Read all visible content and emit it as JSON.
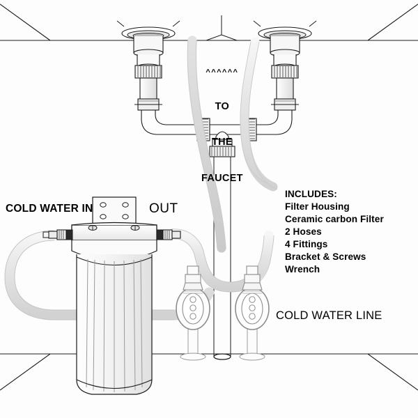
{
  "diagram": {
    "title": "Under-sink water filter installation diagram",
    "subject": "Under-sink cabinet with double-bowl sink drain, cold water shutoff valves and inline filter housing"
  },
  "labels": {
    "cold_water_in": "COLD WATER IN",
    "out": "OUT",
    "cold_water_line": "COLD WATER LINE",
    "to_faucet_arrows": "^^^^^^",
    "to_faucet_line1": "TO",
    "to_faucet_line2": "THE",
    "to_faucet_line3": "FAUCET"
  },
  "includes": {
    "heading": "INCLUDES:",
    "items": [
      "Filter Housing",
      "Ceramic carbon Filter",
      "2 Hoses",
      "4 Fittings",
      "Bracket & Screws",
      "Wrench"
    ]
  },
  "parts": {
    "sink_drain_left": "left-sink-drain-assembly",
    "sink_drain_right": "right-sink-drain-assembly",
    "drain_tee": "center-drain-tee-fitting",
    "filter_housing": "filter-housing",
    "filter_cartridge": "ceramic-carbon-filter-cartridge",
    "mounting_bracket": "mounting-bracket",
    "inlet_hose": "inlet-hose",
    "outlet_hose": "outlet-hose",
    "faucet_hose": "faucet-supply-hose",
    "shutoff_valve_left": "left-shutoff-valve",
    "shutoff_valve_right": "right-shutoff-valve",
    "supply_pipe_left": "left-supply-pipe",
    "supply_pipe_right": "right-supply-pipe",
    "drain_stack": "center-drain-stack"
  },
  "colors": {
    "line": "#1a1a1a",
    "hose_fill": "#e8e8e8",
    "hose_stroke": "#bdbdbd",
    "metal_light": "#f2f2f2",
    "metal_mid": "#d6d6d6",
    "cabinet": "#fdfdfd",
    "text": "#000000"
  }
}
